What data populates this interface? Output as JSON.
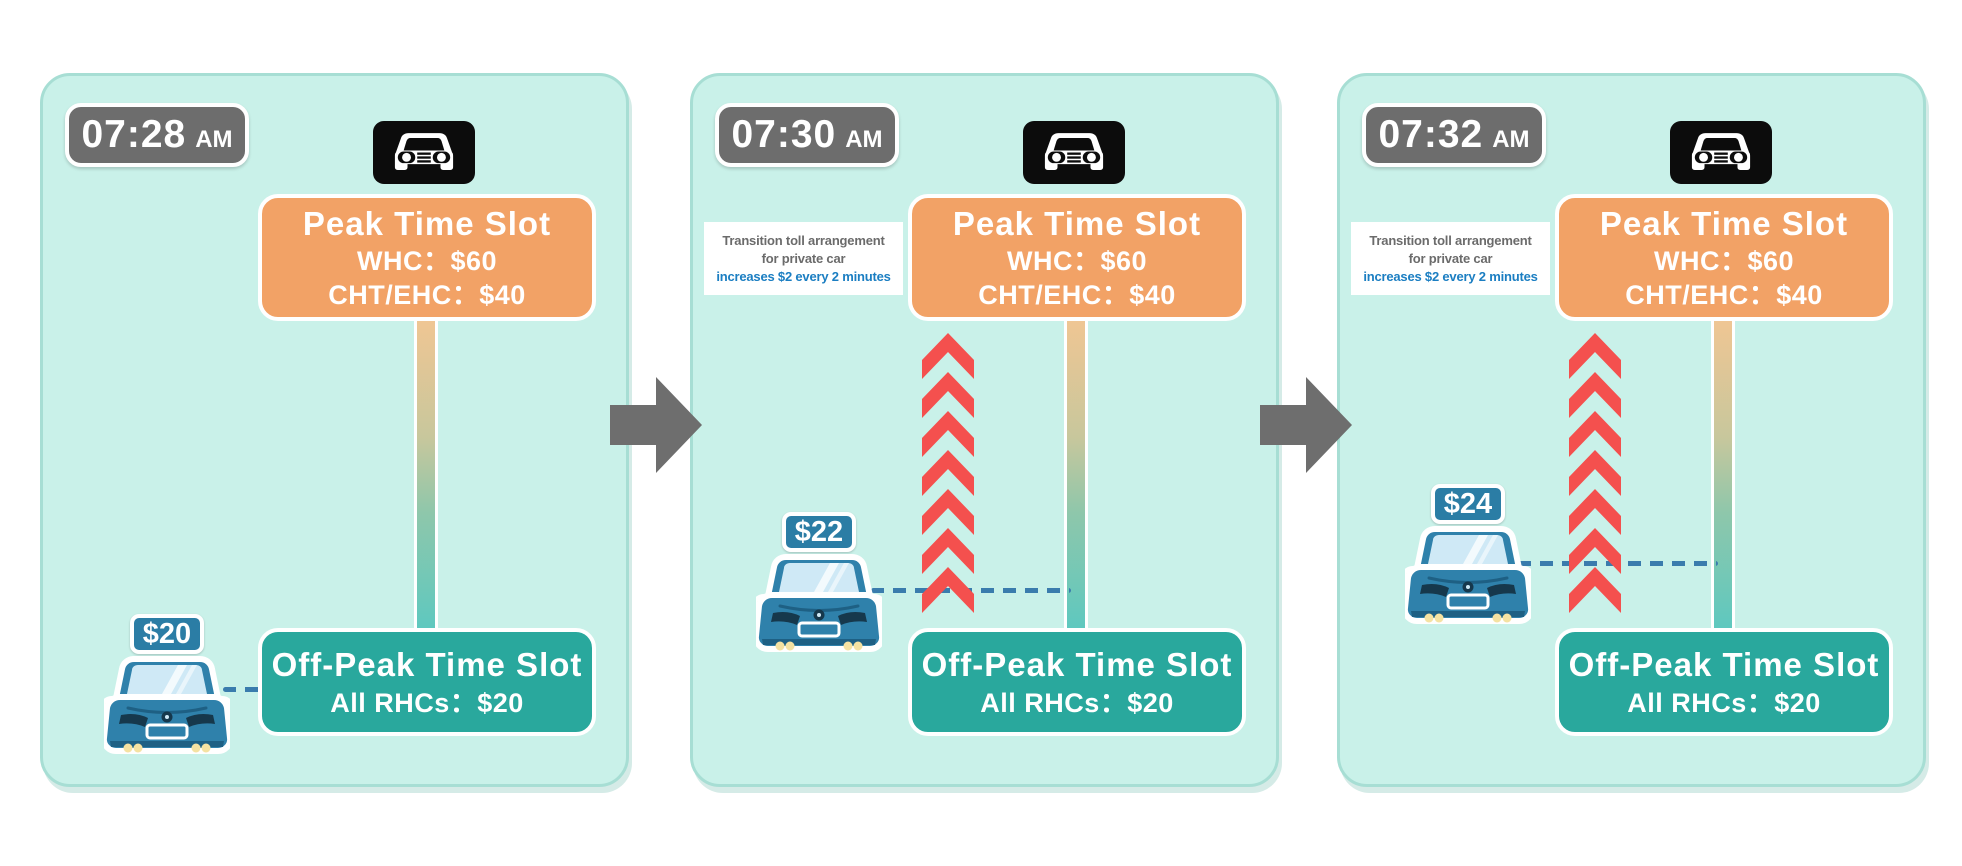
{
  "title": "Transition toll arrangement infographic",
  "colors": {
    "panel_bg": "#c9f1e9",
    "panel_border": "#a7ded4",
    "peak_orange": "#f2a266",
    "offpeak_teal": "#29a89d",
    "time_badge_gray": "#6d6d6d",
    "price_badge_blue": "#2b7da5",
    "chevron_red": "#f4504e",
    "arrow_gray": "#6e6e6e",
    "dash_blue": "#3a7cad",
    "note_gray": "#6b6b6b",
    "note_blue": "#1b7ec2",
    "car_body_blue": "#2f81ab",
    "icon_black": "#0c0c0c"
  },
  "note": {
    "line1": "Transition toll arrangement",
    "line2": "for private car",
    "line3": "increases $2 every 2 minutes"
  },
  "panels": [
    {
      "time": "07:28",
      "meridiem": "AM",
      "price": "$20",
      "peak_title": "Peak Time Slot",
      "peak_line1": "WHC：$60",
      "peak_line2": "CHT/EHC：$40",
      "offpeak_title": "Off-Peak Time Slot",
      "offpeak_line1": "All RHCs：$20"
    },
    {
      "time": "07:30",
      "meridiem": "AM",
      "price": "$22",
      "peak_title": "Peak Time Slot",
      "peak_line1": "WHC：$60",
      "peak_line2": "CHT/EHC：$40",
      "offpeak_title": "Off-Peak Time Slot",
      "offpeak_line1": "All RHCs：$20"
    },
    {
      "time": "07:32",
      "meridiem": "AM",
      "price": "$24",
      "peak_title": "Peak Time Slot",
      "peak_line1": "WHC：$60",
      "peak_line2": "CHT/EHC：$40",
      "offpeak_title": "Off-Peak Time Slot",
      "offpeak_line1": "All RHCs：$20"
    }
  ]
}
